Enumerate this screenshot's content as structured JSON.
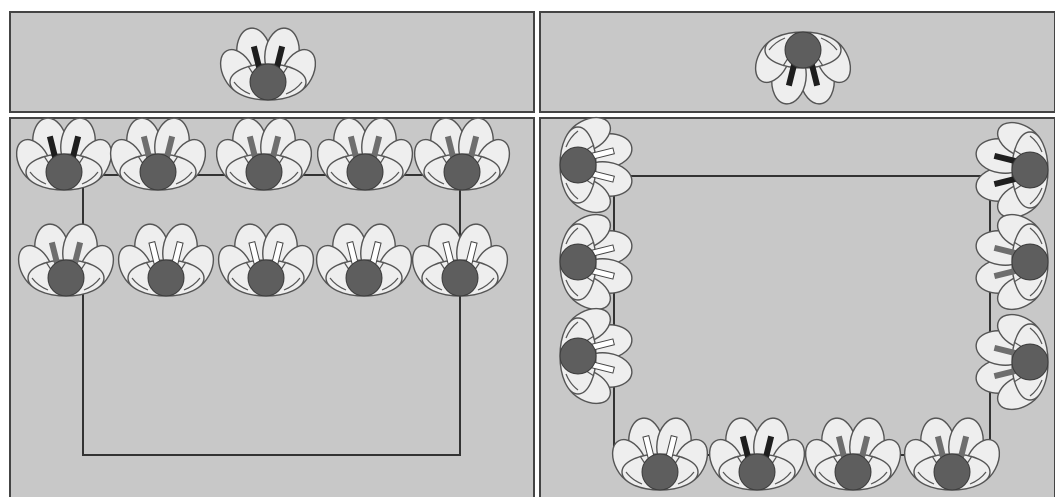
{
  "colors": {
    "page_background": "#ffffff",
    "panel_fill": "#c8c8c8",
    "panel_border": "#444444",
    "line": "#333333",
    "petal_fill": "#eeeeee",
    "petal_stroke": "#555555",
    "head_fill": "#5e5e5e",
    "mark_black": "#1e1e1e",
    "mark_gray": "#6e6e6e",
    "mark_white": "#ffffff"
  },
  "panels": [
    {
      "id": "left-top",
      "role": "header"
    },
    {
      "id": "right-top",
      "role": "header"
    },
    {
      "id": "left-bottom",
      "role": "layout-rows"
    },
    {
      "id": "right-bottom",
      "role": "layout-u-shape"
    }
  ],
  "figures": {
    "left_top": {
      "mark": "black",
      "facing": "down"
    },
    "right_top": {
      "mark": "black",
      "facing": "up"
    },
    "left_row_1": [
      "black",
      "gray",
      "gray",
      "gray",
      "gray"
    ],
    "left_row_2": [
      "gray",
      "white",
      "white",
      "white",
      "white"
    ],
    "right_left_column": [
      "white",
      "white",
      "white"
    ],
    "right_right_column": [
      "black",
      "gray",
      "gray"
    ],
    "right_bottom_row": [
      "white",
      "black",
      "gray",
      "gray"
    ]
  }
}
